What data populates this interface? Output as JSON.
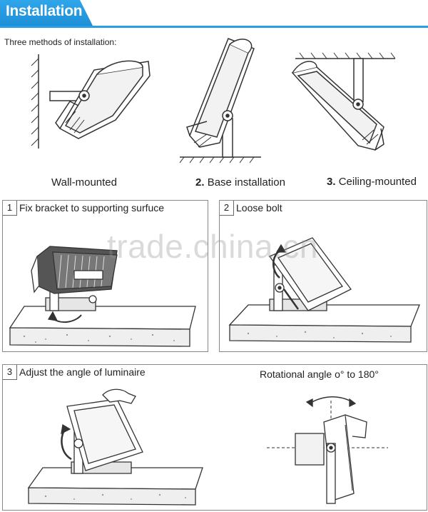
{
  "header": {
    "title": "Installation"
  },
  "intro": "Three methods of installation:",
  "methods": [
    {
      "number": "",
      "label": "Wall-mounted"
    },
    {
      "number": "2.",
      "label": "Base installation"
    },
    {
      "number": "3.",
      "label": "Ceiling-mounted"
    }
  ],
  "steps": [
    {
      "number": "1",
      "title": "Fix bracket to supporting surfuce"
    },
    {
      "number": "2",
      "title": "Loose bolt"
    },
    {
      "number": "3",
      "title": "Adjust the angle of luminaire"
    }
  ],
  "rotation": {
    "label": "Rotational angle o° to 180°"
  },
  "watermark": "trade.china.cn",
  "colors": {
    "accent": "#1d8fd8",
    "line": "#333333"
  }
}
